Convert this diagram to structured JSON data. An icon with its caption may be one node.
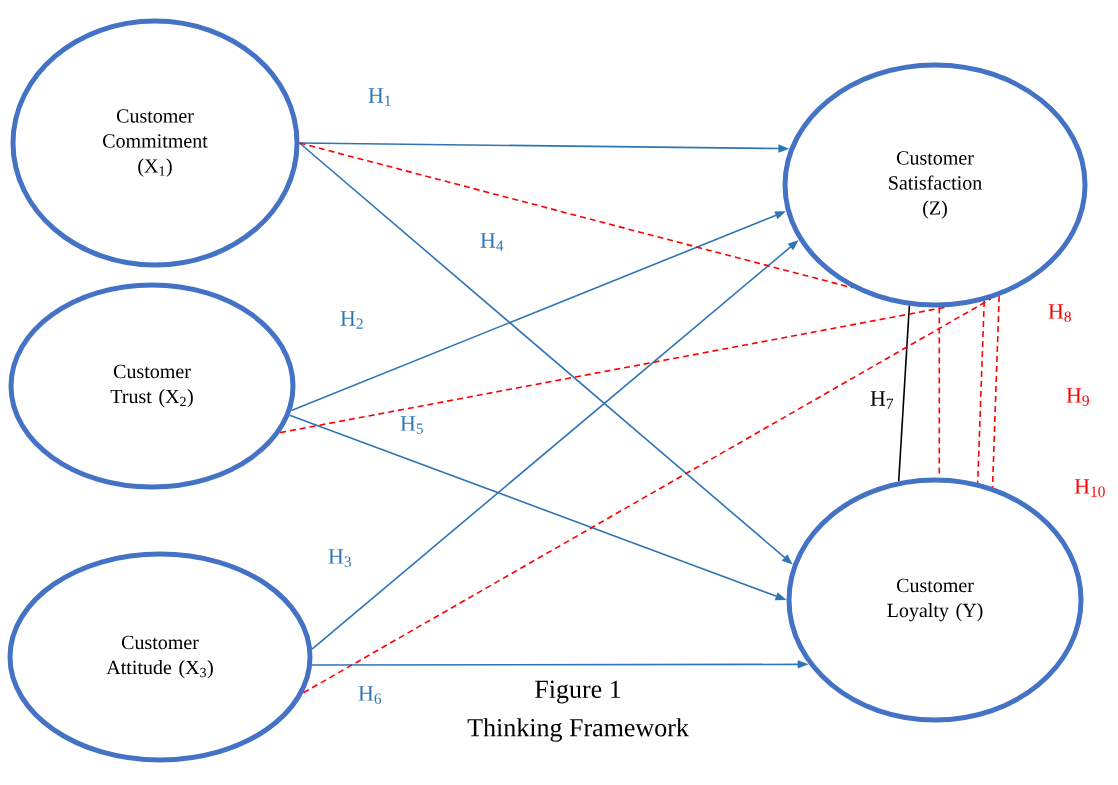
{
  "diagram": {
    "title": "Figure 1",
    "caption": "Thinking Framework",
    "nodes": [
      {
        "text": [
          "Customer Commitment (X$_{1}$)"
        ]
      },
      {
        "text": [
          "Customer Trust (X$_{2}$)"
        ]
      },
      {
        "text": [
          "Customer Attitude (X$_{3}$)"
        ]
      },
      {
        "text": [
          "Customer Satisfaction (Z)"
        ]
      },
      {
        "text": [
          "Customer Loyalty (Y)"
        ]
      }
    ],
    "edges": [
      {
        "from": 0,
        "to": 3,
        "arrow": "to",
        "label": "H$_{1}$",
        "color": "#2e75b6"
      },
      {
        "from": 1,
        "to": 3,
        "arrow": "to",
        "label": "H$_{2}$",
        "color": "#2e75b6"
      },
      {
        "from": 2,
        "to": 3,
        "arrow": "to",
        "label": "H$_{3}$",
        "color": "#2e75b6"
      },
      {
        "from": 0,
        "to": 4,
        "arrow": "to",
        "label": "H$_{4}$",
        "color": "#2e75b6"
      },
      {
        "from": 1,
        "to": 4,
        "arrow": "to",
        "label": "H$_{5}$",
        "color": "#2e75b6"
      },
      {
        "from": 2,
        "to": 4,
        "arrow": "to",
        "label": "H$_{6}$",
        "color": "#2e75b6"
      },
      {
        "from": 3,
        "to": 4,
        "arrow": "none",
        "label": "H$_{7}$",
        "color": "#000000"
      },
      {
        "from": 0,
        "to": 3,
        "arrow": "none",
        "style": "dashed",
        "color": "#ff0000"
      },
      {
        "from": 1,
        "to": 3,
        "arrow": "none",
        "style": "dashed",
        "color": "#ff0000"
      },
      {
        "from": 2,
        "to": 3,
        "arrow": "none",
        "style": "dashed",
        "color": "#ff0000"
      },
      {
        "from": 3,
        "to": 4,
        "arrow": "none",
        "label": "H$_{8}$",
        "style": "dashed",
        "color": "#ff0000"
      },
      {
        "from": 3,
        "to": 4,
        "arrow": "none",
        "label": "H$_{9}$",
        "style": "dashed",
        "color": "#ff0000"
      },
      {
        "from": 3,
        "to": 4,
        "arrow": "none",
        "label": "H$_{10}$",
        "style": "dashed",
        "color": "#ff0000"
      }
    ]
  }
}
